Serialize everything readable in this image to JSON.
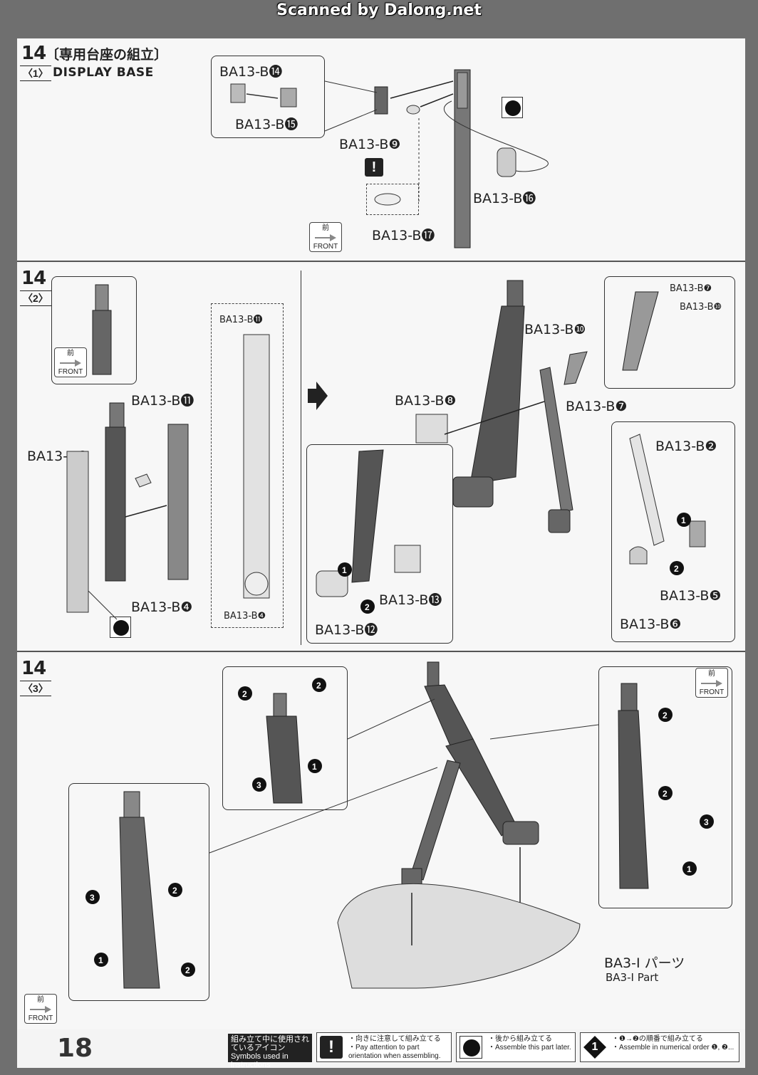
{
  "watermark": "Scanned by Dalong.net",
  "step": {
    "number": "14",
    "sub1": "〈1〉",
    "sub2": "〈2〉",
    "sub3": "〈3〉",
    "title_jp": "〔専用台座の組立〕",
    "title_en": "DISPLAY BASE"
  },
  "front_icon": {
    "jp": "前",
    "en": "FRONT"
  },
  "panel1_labels": {
    "b14": "BA13-B⓮",
    "b15": "BA13-B⓯",
    "b9": "BA13-B❾",
    "b16": "BA13-B⓰",
    "b17": "BA13-B⓱"
  },
  "panel2_labels": {
    "b11a": "BA13-B⓫",
    "b3": "BA13-B❸",
    "b4a": "BA13-B❹",
    "b11b": "BA13-B⓫",
    "b4b": "BA13-B❹",
    "b10a": "BA13-B❿",
    "b7a": "BA13-B❼",
    "b10b": "BA13-B❿",
    "b8": "BA13-B❽",
    "b7b": "BA13-B❼",
    "b2": "BA13-B❷",
    "b13": "BA13-B⓭",
    "b12": "BA13-B⓬",
    "b5": "BA13-B❺",
    "b6": "BA13-B❻"
  },
  "panel3_labels": {
    "part_jp": "BA3-I パーツ",
    "part_en": "BA3-I Part"
  },
  "page_number": "18",
  "legend": {
    "head_jp": "組み立て中に使用されているアイコン",
    "head_en": "Symbols used in instructions",
    "orient_jp": "・向きに注意して組み立てる",
    "orient_en": "・Pay attention to part orientation when assembling.",
    "later_jp": "・後から組み立てる",
    "later_en": "・Assemble this part later.",
    "order_jp": "・❶→❷の順番で組み立てる",
    "order_en": "・Assemble in numerical order ❶, ❷...",
    "order_icon": "1"
  }
}
